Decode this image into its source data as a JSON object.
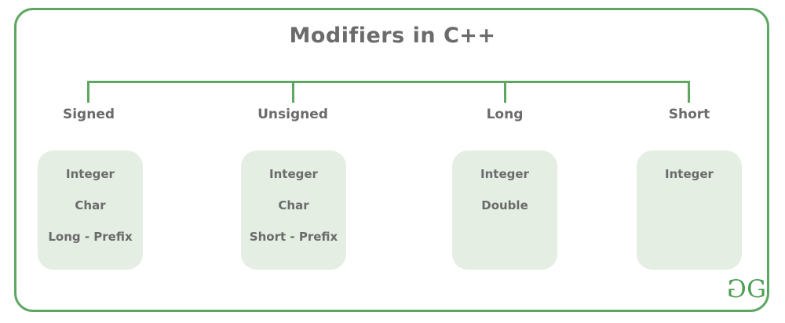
{
  "diagram": {
    "title": "Modifiers in C++",
    "branches": [
      {
        "label": "Signed",
        "items": [
          "Integer",
          "Char",
          "Long - Prefix"
        ]
      },
      {
        "label": "Unsigned",
        "items": [
          "Integer",
          "Char",
          "Short - Prefix"
        ]
      },
      {
        "label": "Long",
        "items": [
          "Integer",
          "Double"
        ]
      },
      {
        "label": "Short",
        "items": [
          "Integer"
        ]
      }
    ],
    "logo": {
      "name": "GeeksforGeeks",
      "left_glyph": "G",
      "right_glyph": "G"
    },
    "colors": {
      "line_green": "#5da761",
      "box_fill": "#e4eee3",
      "text_gray": "#6b6b6b",
      "logo_green": "#4a9e52"
    }
  }
}
